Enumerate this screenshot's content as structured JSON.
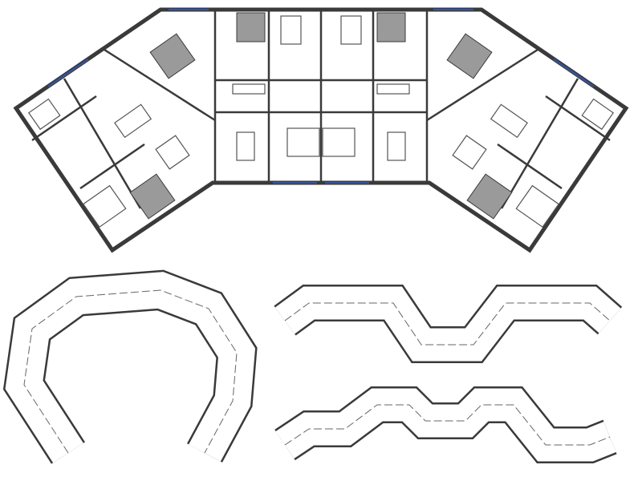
{
  "drawing": {
    "type": "architectural floor plans",
    "plans": [
      "apartment-block-detail",
      "horseshoe-layout",
      "zigzag-layout-upper",
      "zigzag-layout-lower"
    ]
  },
  "colors": {
    "background": "#ffffff",
    "wall": "#3a3a3a",
    "wall_fill": "#9a9a9a",
    "window": "#3355aa",
    "furniture": "#555555"
  }
}
